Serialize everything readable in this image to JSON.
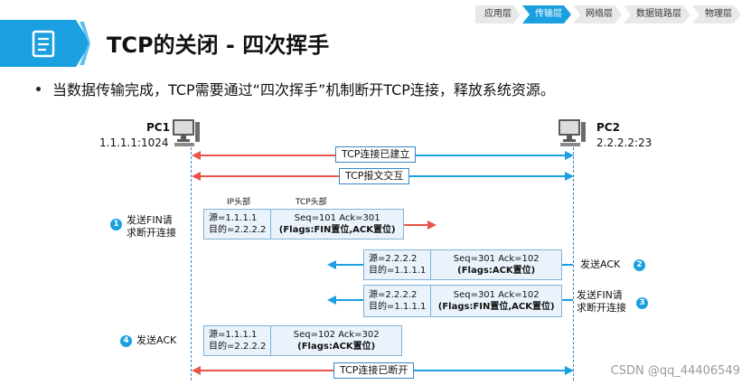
{
  "layer_nav": {
    "items": [
      "应用层",
      "传输层",
      "网络层",
      "数据链路层",
      "物理层"
    ],
    "active_index": 1
  },
  "title": "TCP的关闭 - 四次挥手",
  "bullet": "当数据传输完成，TCP需要通过“四次挥手”机制断开TCP连接，释放系统资源。",
  "hosts": {
    "left": {
      "name": "PC1",
      "address": "1.1.1.1:1024",
      "icon": "computer-icon"
    },
    "right": {
      "name": "PC2",
      "address": "2.2.2.2:23",
      "icon": "computer-icon"
    }
  },
  "phases": {
    "established": "TCP连接已建立",
    "exchange": "TCP报文交互",
    "closed": "TCP连接已断开"
  },
  "header_labels": {
    "ip": "IP头部",
    "tcp": "TCP头部"
  },
  "packets": [
    {
      "src": "源=1.1.1.1",
      "dst": "目的=2.2.2.2",
      "seq_ack": "Seq=101  Ack=301",
      "flags": "(Flags:FIN置位,ACK置位)"
    },
    {
      "src": "源=2.2.2.2",
      "dst": "目的=1.1.1.1",
      "seq_ack": "Seq=301 Ack=102",
      "flags": "(Flags:ACK置位)"
    },
    {
      "src": "源=2.2.2.2",
      "dst": "目的=1.1.1.1",
      "seq_ack": "Seq=301 Ack=102",
      "flags": "(Flags:FIN置位,ACK置位)"
    },
    {
      "src": "源=1.1.1.1",
      "dst": "目的=2.2.2.2",
      "seq_ack": "Seq=102  Ack=302",
      "flags": "(Flags:ACK置位)"
    }
  ],
  "steps": [
    {
      "num": "1",
      "line1": "发送FIN请",
      "line2": "求断开连接"
    },
    {
      "num": "2",
      "line1": "发送ACK",
      "line2": ""
    },
    {
      "num": "3",
      "line1": "发送FIN请",
      "line2": "求断开连接"
    },
    {
      "num": "4",
      "line1": "发送ACK",
      "line2": ""
    }
  ],
  "colors": {
    "accent": "#1a9fe0",
    "red_arrow": "#e8534a",
    "blue_arrow": "#1a9fe0",
    "packet_bg": "#eaf3fb"
  },
  "watermark": "CSDN @qq_44406549"
}
